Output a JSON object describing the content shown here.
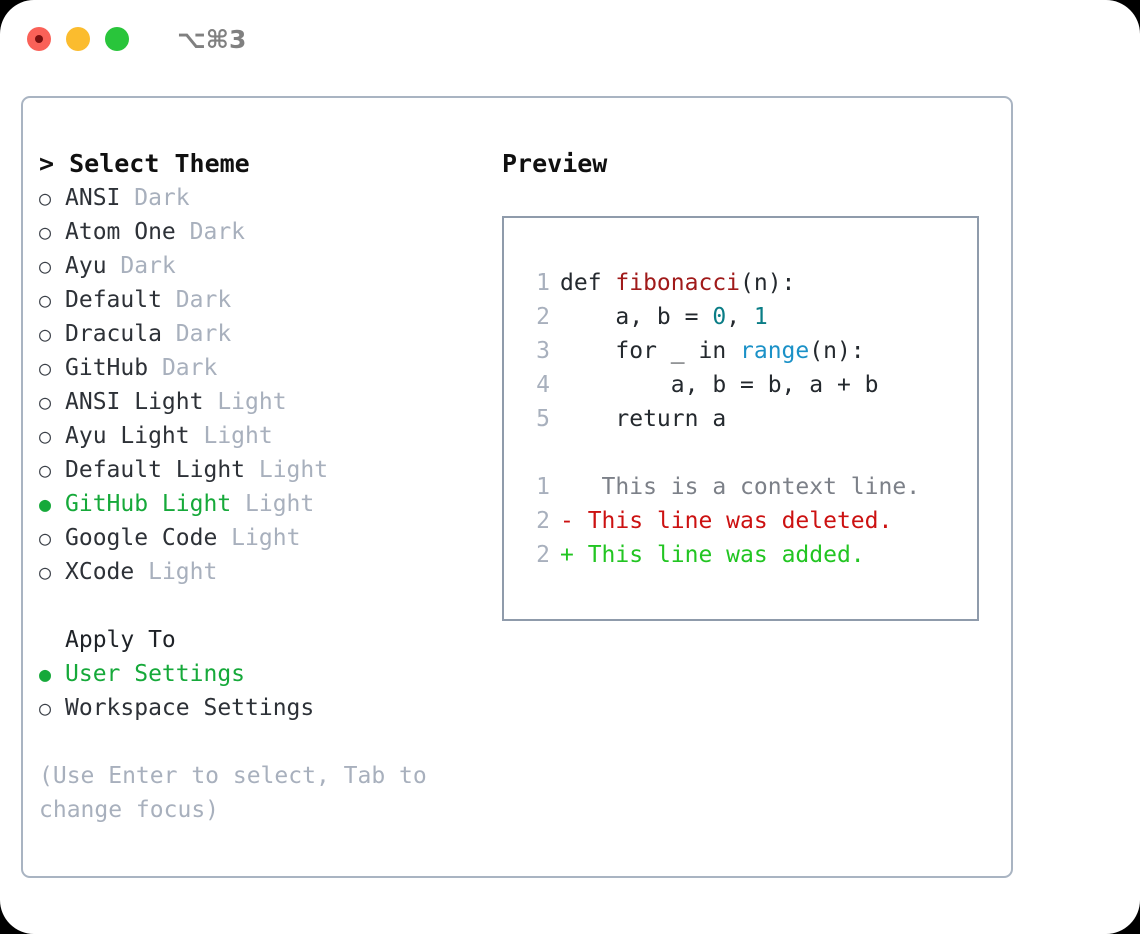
{
  "window": {
    "shortcut": "⌥⌘3",
    "traffic_lights": [
      {
        "name": "close",
        "color": "#fa6158"
      },
      {
        "name": "minimize",
        "color": "#fbbc2e"
      },
      {
        "name": "maximize",
        "color": "#29c53b"
      }
    ]
  },
  "theme_panel": {
    "heading": "> Select Theme",
    "marker_selected": "●",
    "marker_unselected": "○",
    "accent_color": "#16a93a",
    "items": [
      {
        "marker": "○",
        "name": "ANSI",
        "variant": "Dark",
        "selected": false
      },
      {
        "marker": "○",
        "name": "Atom One",
        "variant": "Dark",
        "selected": false
      },
      {
        "marker": "○",
        "name": "Ayu",
        "variant": "Dark",
        "selected": false
      },
      {
        "marker": "○",
        "name": "Default",
        "variant": "Dark",
        "selected": false
      },
      {
        "marker": "○",
        "name": "Dracula",
        "variant": "Dark",
        "selected": false
      },
      {
        "marker": "○",
        "name": "GitHub",
        "variant": "Dark",
        "selected": false
      },
      {
        "marker": "○",
        "name": "ANSI Light",
        "variant": "Light",
        "selected": false
      },
      {
        "marker": "○",
        "name": "Ayu Light",
        "variant": "Light",
        "selected": false
      },
      {
        "marker": "○",
        "name": "Default Light",
        "variant": "Light",
        "selected": false
      },
      {
        "marker": "●",
        "name": "GitHub Light",
        "variant": "Light",
        "selected": true
      },
      {
        "marker": "○",
        "name": "Google Code",
        "variant": "Light",
        "selected": false
      },
      {
        "marker": "○",
        "name": "XCode",
        "variant": "Light",
        "selected": false
      }
    ]
  },
  "apply_to": {
    "label": "Apply To",
    "items": [
      {
        "marker": "●",
        "name": "User Settings",
        "selected": true
      },
      {
        "marker": "○",
        "name": "Workspace Settings",
        "selected": false
      }
    ]
  },
  "hint": "(Use Enter to select, Tab to change focus)",
  "preview": {
    "title": "Preview",
    "code_lines": [
      {
        "lineno": "1",
        "tokens": [
          {
            "text": "def ",
            "kind": "kw"
          },
          {
            "text": "fibonacci",
            "kind": "fn"
          },
          {
            "text": "(n):",
            "kind": "plain"
          }
        ]
      },
      {
        "lineno": "2",
        "tokens": [
          {
            "text": "    a, b = ",
            "kind": "plain"
          },
          {
            "text": "0",
            "kind": "num"
          },
          {
            "text": ", ",
            "kind": "plain"
          },
          {
            "text": "1",
            "kind": "num"
          }
        ]
      },
      {
        "lineno": "3",
        "tokens": [
          {
            "text": "    for _ in ",
            "kind": "kw"
          },
          {
            "text": "range",
            "kind": "builtin"
          },
          {
            "text": "(n):",
            "kind": "plain"
          }
        ]
      },
      {
        "lineno": "4",
        "tokens": [
          {
            "text": "        a, b = b, a + b",
            "kind": "plain"
          }
        ]
      },
      {
        "lineno": "5",
        "tokens": [
          {
            "text": "    return a",
            "kind": "kw"
          }
        ]
      }
    ],
    "diff_lines": [
      {
        "lineno": "1",
        "sign": " ",
        "text": "  This is a context line.",
        "kind": "ctx"
      },
      {
        "lineno": "2",
        "sign": "-",
        "text": " This line was deleted.",
        "kind": "del"
      },
      {
        "lineno": "2",
        "sign": "+",
        "text": " This line was added.",
        "kind": "add"
      }
    ]
  }
}
